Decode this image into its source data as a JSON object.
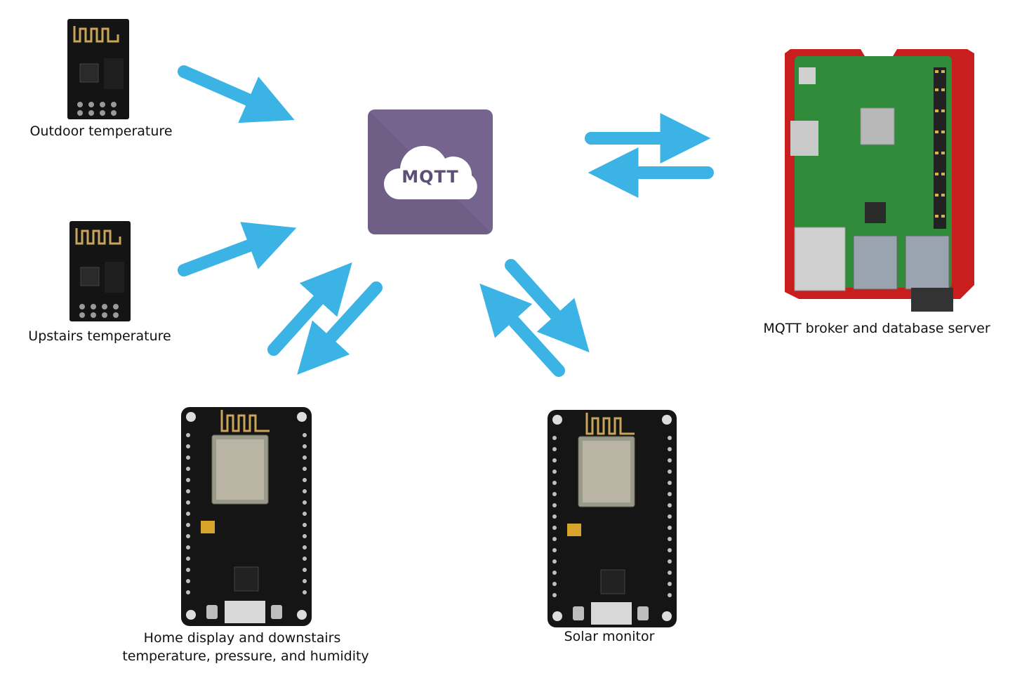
{
  "mqtt": {
    "label": "MQTT"
  },
  "nodes": {
    "outdoor": {
      "label": "Outdoor temperature"
    },
    "upstairs": {
      "label": "Upstairs temperature"
    },
    "home_line1": {
      "label": "Home display and downstairs"
    },
    "home_line2": {
      "label": "temperature, pressure, and humidity"
    },
    "solar": {
      "label": "Solar monitor"
    },
    "broker": {
      "label": "MQTT broker and database server"
    }
  },
  "colors": {
    "arrow": "#3bb4e5",
    "mqtt_bg": "#6f5f87",
    "board": "#151515",
    "pi_board": "#2f8a3a",
    "pi_case": "#c81e1e"
  },
  "icons": {
    "esp01": "esp01-board-icon",
    "nodemcu": "nodemcu-board-icon",
    "raspberry_pi": "raspberry-pi-icon",
    "mqtt": "mqtt-cloud-icon"
  }
}
